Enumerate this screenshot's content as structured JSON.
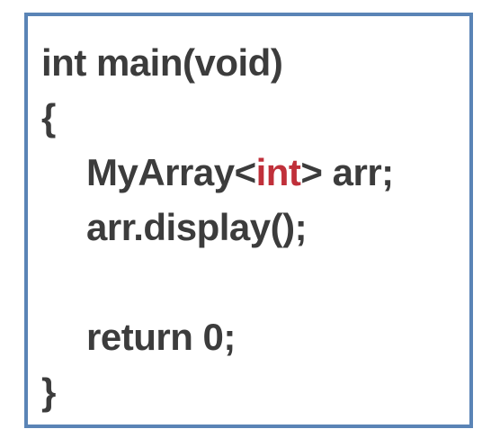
{
  "code": {
    "line1": "int main(void)",
    "line2": "{",
    "line3_prefix": "MyArray<",
    "line3_keyword": "int",
    "line3_suffix": "> arr;",
    "line4": "arr.display();",
    "line5": "return 0;",
    "line6": "}"
  },
  "colors": {
    "border": "#5a84b6",
    "text": "#3c3c3c",
    "highlight": "#c0303a"
  }
}
